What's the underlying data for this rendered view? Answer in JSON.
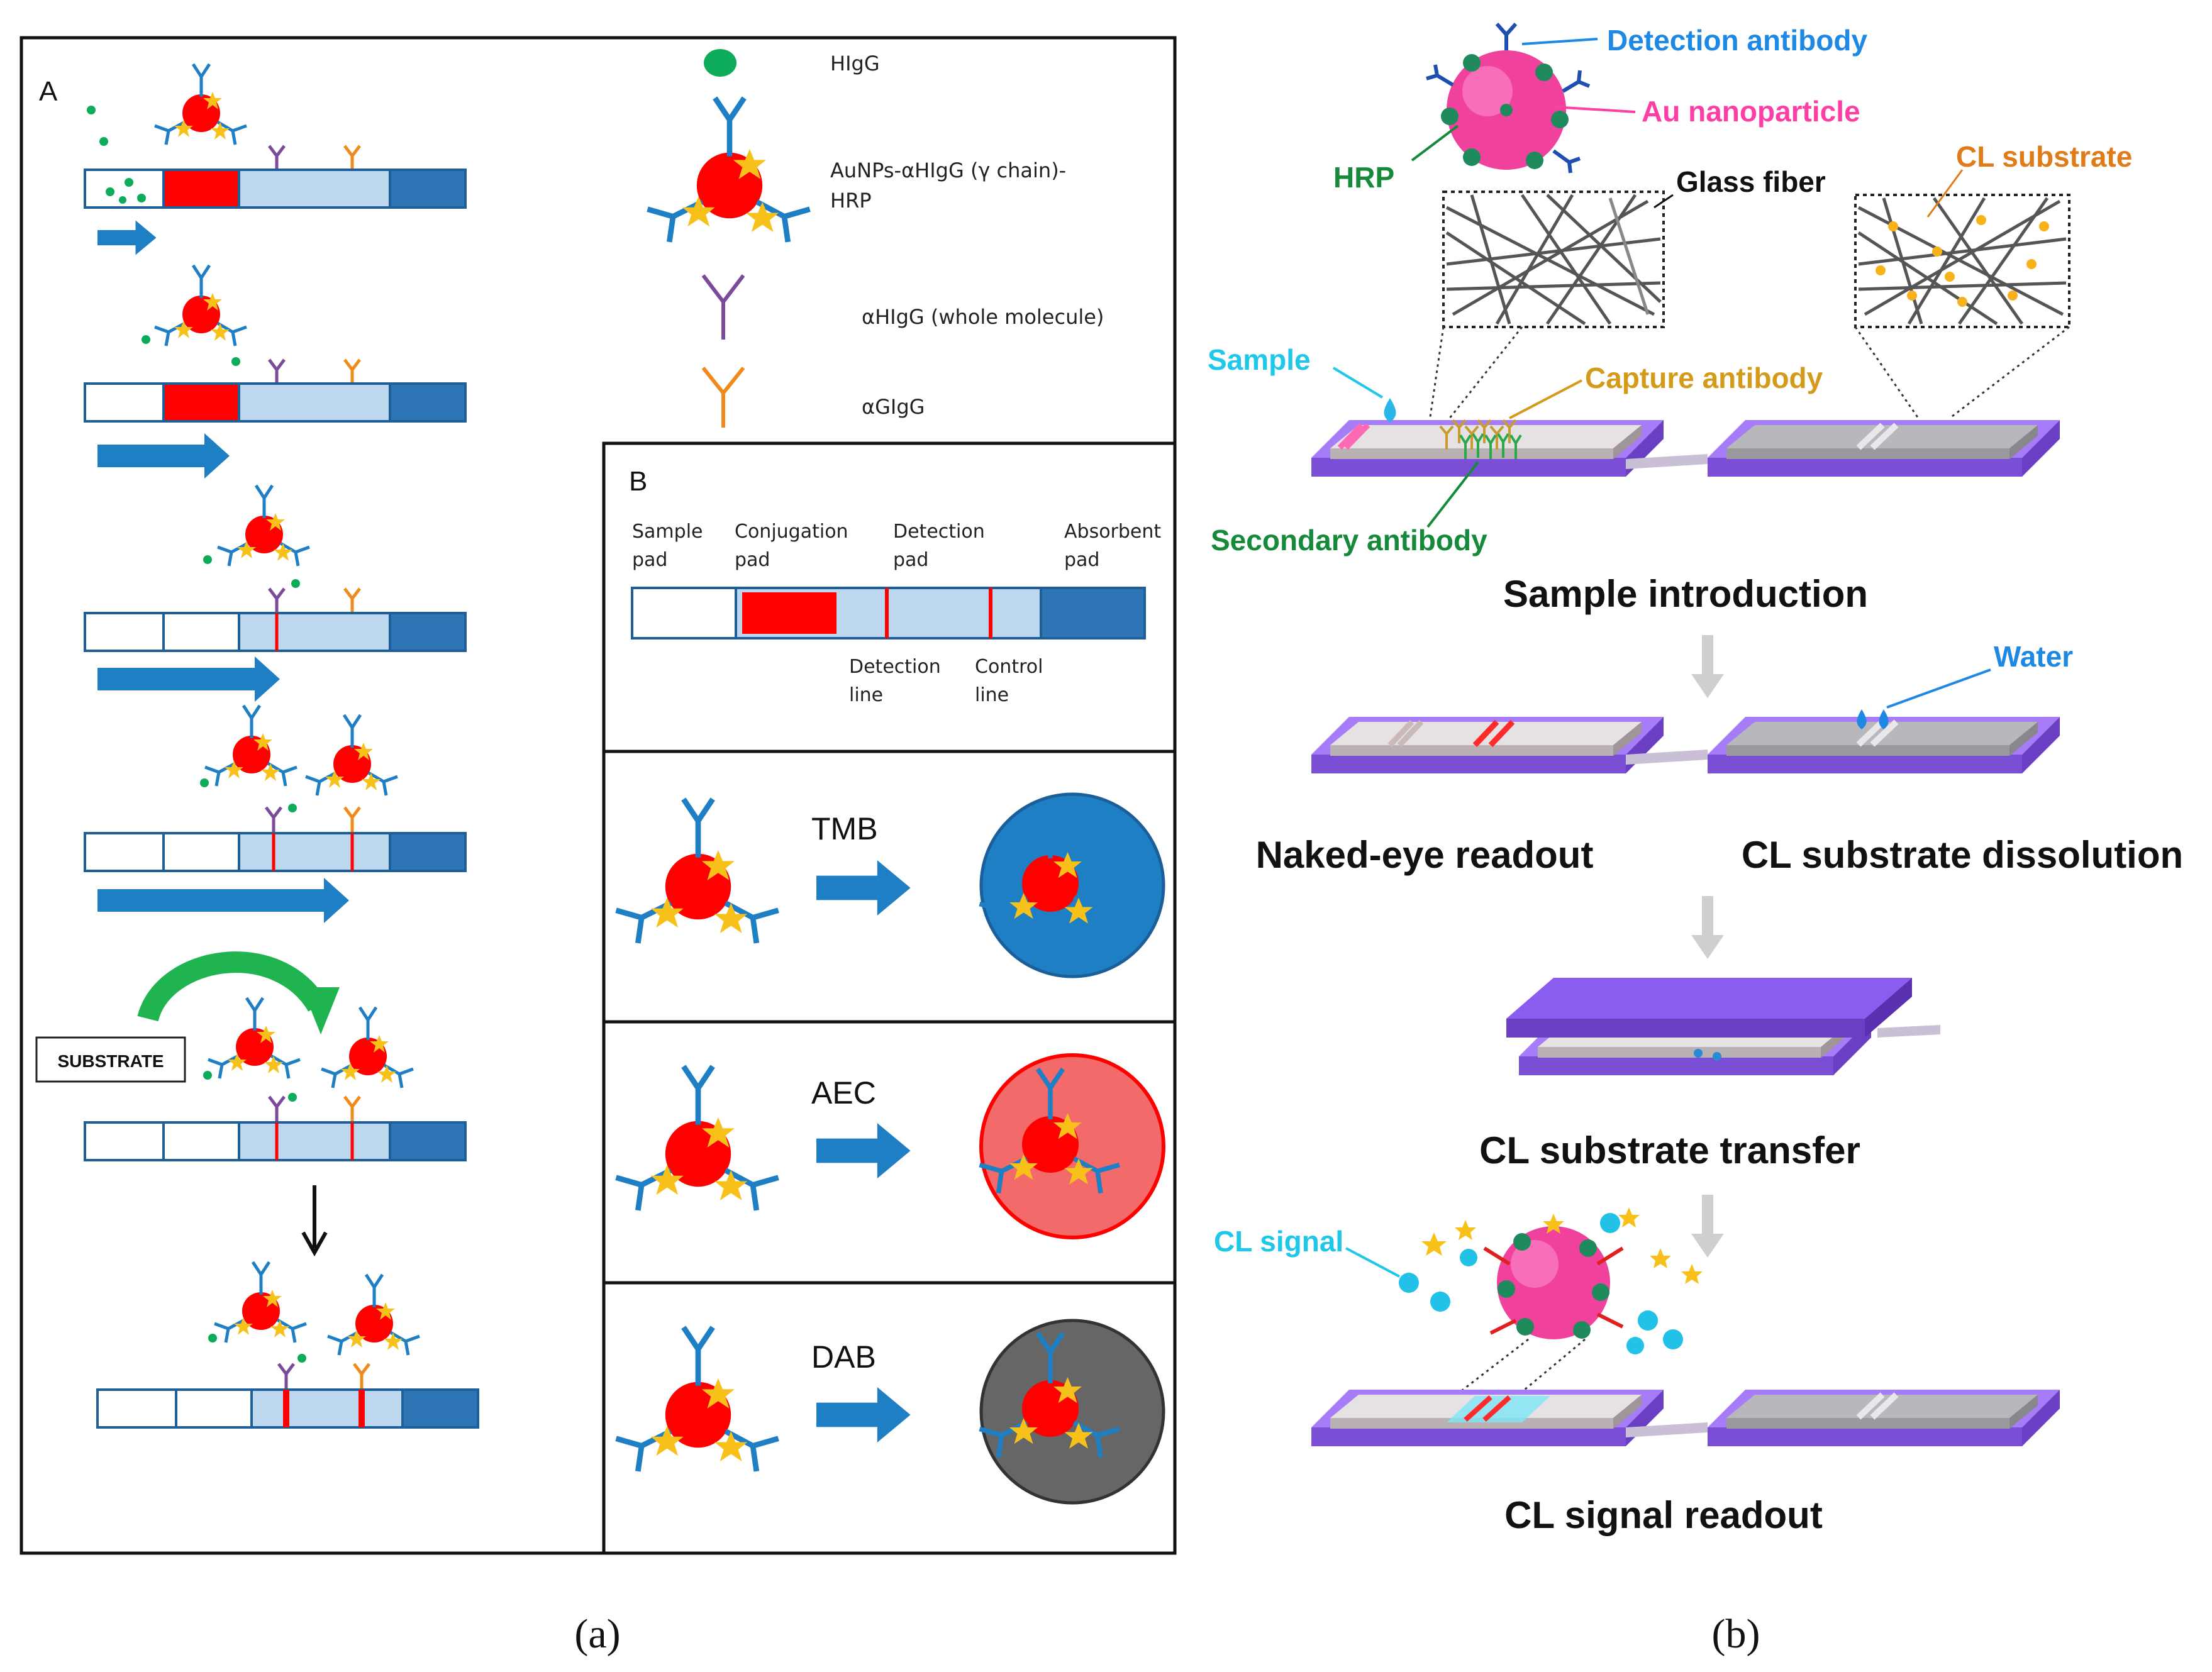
{
  "panel_a": {
    "label_A": "A",
    "label_B": "B",
    "legend": {
      "hlgg": "HIgG",
      "conjugate_line1": "AuNPs-αHIgG (γ chain)-",
      "conjugate_line2": "HRP",
      "ahlgg": "αHIgG (whole molecule)",
      "aglgg": "αGIgG"
    },
    "strip_parts": {
      "sample_line1": "Sample",
      "sample_line2": "pad",
      "conj_line1": "Conjugation",
      "conj_line2": "pad",
      "det_line1": "Detection",
      "det_line2": "pad",
      "abs_line1": "Absorbent",
      "abs_line2": "pad",
      "detline_line1": "Detection",
      "detline_line2": "line",
      "ctrl_line1": "Control",
      "ctrl_line2": "line"
    },
    "substrate_box": "SUBSTRATE",
    "reactions": [
      "TMB",
      "AEC",
      "DAB"
    ],
    "reaction_colors": [
      "#1f7fc4",
      "#f26a6a",
      "#666666"
    ],
    "caption": "(a)"
  },
  "panel_b": {
    "detection_antibody": "Detection antibody",
    "au_nanoparticle": "Au nanoparticle",
    "hrp": "HRP",
    "glass_fiber": "Glass fiber",
    "cl_substrate": "CL substrate",
    "sample": "Sample",
    "capture_antibody": "Capture antibody",
    "secondary_antibody": "Secondary antibody",
    "step1": "Sample introduction",
    "water": "Water",
    "naked_eye": "Naked-eye readout",
    "dissolution": "CL substrate dissolution",
    "transfer": "CL substrate  transfer",
    "cl_signal": "CL signal",
    "readout": "CL signal readout",
    "caption": "(b)"
  },
  "colors": {
    "blue_label": "#1e88e5",
    "pink_label": "#ff3ea5",
    "green_label": "#168a3a",
    "orange_label": "#e07b1a",
    "cyan_label": "#1fc7e8",
    "device_purple": "#8a5cf0"
  }
}
